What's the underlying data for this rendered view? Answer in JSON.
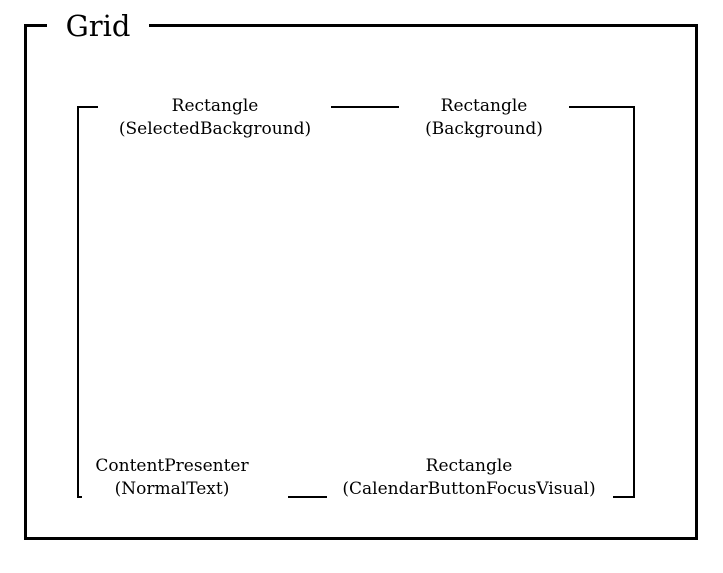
{
  "diagram": {
    "root": {
      "label": "Grid"
    },
    "nodes": [
      {
        "id": "selected-background",
        "position": "top-left",
        "type": "Rectangle",
        "part": "(SelectedBackground)"
      },
      {
        "id": "background",
        "position": "top-right",
        "type": "Rectangle",
        "part": "(Background)"
      },
      {
        "id": "normal-text",
        "position": "bottom-left",
        "type": "ContentPresenter",
        "part": "(NormalText)"
      },
      {
        "id": "calendar-button-focus-visual",
        "position": "bottom-right",
        "type": "Rectangle",
        "part": "(CalendarButtonFocusVisual)"
      }
    ],
    "colors": {
      "line": "#000000",
      "text": "#000000",
      "background": "#ffffff"
    }
  }
}
